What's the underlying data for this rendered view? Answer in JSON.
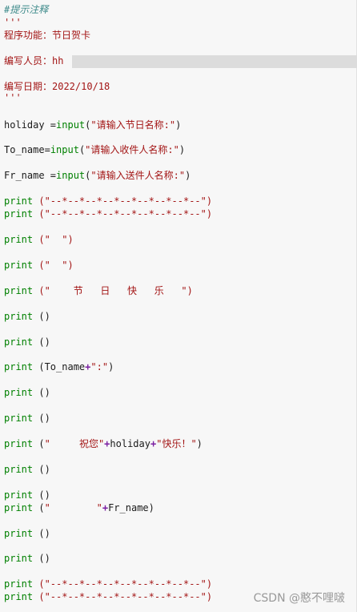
{
  "code": {
    "comment": "#提示注释",
    "docstring_open": "'''",
    "func_line": "程序功能：节日贺卡",
    "author_line": "编写人员：hh",
    "date_line": "编写日期：2022/10/18",
    "docstring_close": "'''",
    "l_holiday": {
      "var": "holiday ",
      "eq": "=",
      "fn": "input",
      "rest": "(",
      "str": "\"请输入节日名称:\"",
      "close": ")"
    },
    "l_toname": {
      "var": "To_name",
      "eq": "=",
      "fn": "input",
      "rest": "(",
      "str": "\"请输入收件人名称:\"",
      "close": ")"
    },
    "l_frname": {
      "var": "Fr_name ",
      "eq": "=",
      "fn": "input",
      "rest": "(",
      "str": "\"请输入送件人名称:\"",
      "close": ")"
    },
    "print_kw": "print",
    "dash_str": "(\"--*--*--*--*--*--*--*--*--\")",
    "blank_str": "(\"  \")",
    "festival_str": "(\"    节   日   快   乐   \")",
    "empty_args": "()",
    "toname_open": "(To_name",
    "plus": "+",
    "colon_str": "\":\"",
    "close_paren": ")",
    "wish_open": "(",
    "wish_str1": "\"     祝您\"",
    "wish_var": "holiday",
    "wish_str2": "\"快乐！\"",
    "fr_open": "(",
    "fr_str": "\"        \"",
    "fr_var": "Fr_name"
  },
  "watermark": "CSDN @憨不哩啵"
}
